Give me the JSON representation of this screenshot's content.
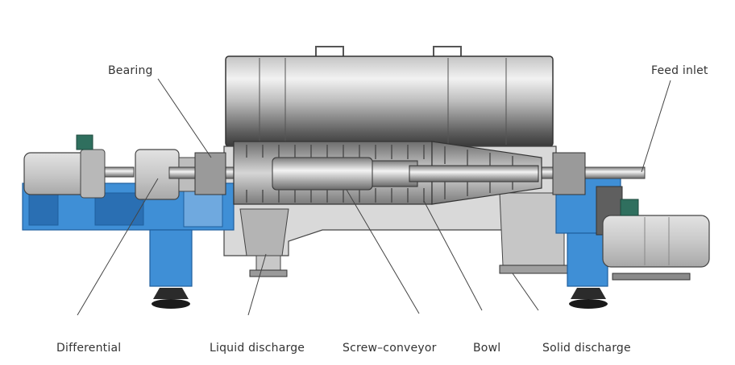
{
  "labels": {
    "bearing": "Bearing",
    "feed_inlet": "Feed inlet",
    "differential": "Differential",
    "liquid_discharge": "Liquid discharge",
    "screw_conveyor": "Screw–conveyor",
    "bowl": "Bowl",
    "solid_discharge": "Solid discharge"
  },
  "colors": {
    "frame_blue": "#3f8fd6",
    "frame_blue_dark": "#2a6fb3",
    "housing_gray": "#8c8c8c",
    "motor_green": "#2f6f5e",
    "motor_gray": "#cfcfcf",
    "outline": "#333333",
    "leader_line": "#444444"
  }
}
